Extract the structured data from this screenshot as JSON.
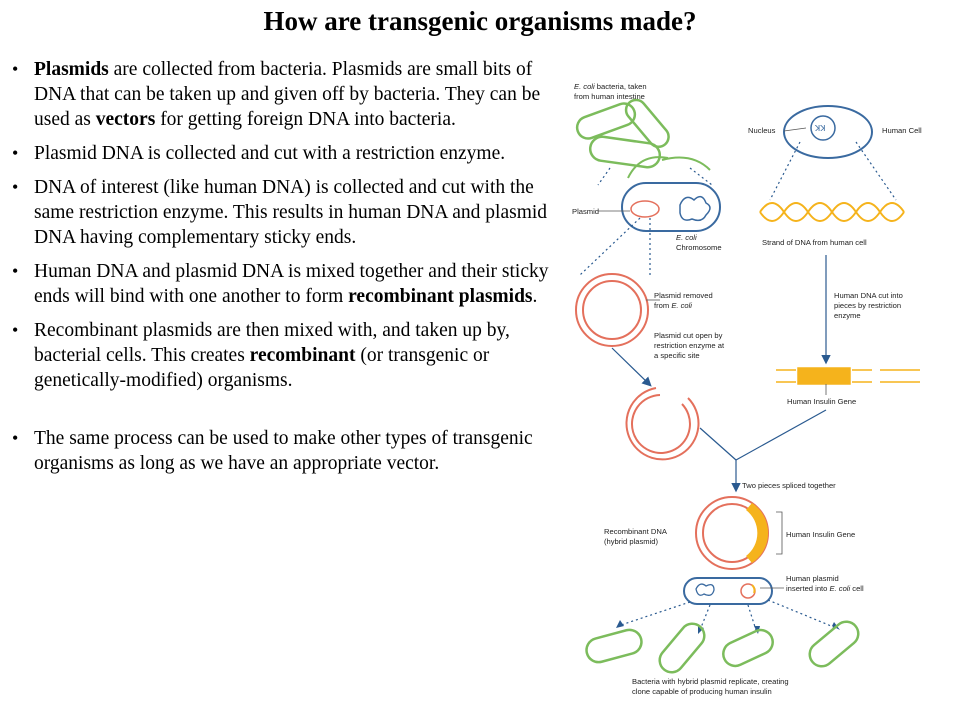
{
  "title": "How are transgenic organisms made?",
  "bullets": [
    {
      "bold_lead": "Plasmids",
      "text": " are collected from bacteria.  Plasmids are small bits of DNA that can be taken up and given off by bacteria.  They can be used as ",
      "bold_mid": "vectors",
      "tail": " for getting foreign DNA into bacteria."
    },
    {
      "text": "Plasmid DNA is collected and cut with a restriction enzyme."
    },
    {
      "text": "DNA of interest (like human DNA) is collected and cut with the same restriction enzyme.  This results in human DNA and plasmid DNA having complementary sticky ends."
    },
    {
      "text": "Human DNA and plasmid DNA is mixed together and their sticky ends will bind with one another to form ",
      "bold_mid": "recombinant plasmids",
      "tail": "."
    },
    {
      "text": "Recombinant plasmids are then mixed with, and taken up by, bacterial cells.  This creates ",
      "bold_mid": "recombinant",
      "tail": " (or transgenic or genetically-modified) organisms."
    },
    {
      "text": "The same process can be used to make other types of transgenic organisms as long as we have an appropriate vector."
    }
  ],
  "diagram": {
    "ecoli_note_italic": "E. coli",
    "ecoli_note_1": " bacteria, taken",
    "ecoli_note_2": "from human intestine",
    "nucleus": "Nucleus",
    "human_cell": "Human Cell",
    "plasmid": "Plasmid",
    "ecoli_chrom_italic": "E. coli",
    "chromosome": "Chromosome",
    "strand": "Strand of DNA from human cell",
    "plasmid_removed_1": "Plasmid removed",
    "plasmid_removed_2": "from ",
    "plasmid_removed_italic": "E. coli",
    "plasmid_cut_1": "Plasmid cut open by",
    "plasmid_cut_2": "restriction enzyme at",
    "plasmid_cut_3": "a specific site",
    "human_dna_cut_1": "Human DNA cut into",
    "human_dna_cut_2": "pieces by restriction",
    "human_dna_cut_3": "enzyme",
    "insulin_gene": "Human Insulin Gene",
    "spliced": "Two pieces spliced together",
    "recomb_1": "Recombinant DNA",
    "recomb_2": "(hybrid plasmid)",
    "insulin_gene_2": "Human Insulin Gene",
    "human_plasmid_1": "Human plasmid",
    "human_plasmid_2": "inserted into ",
    "human_plasmid_italic": "E. coli",
    "human_plasmid_3": " cell",
    "bottom_1": "Bacteria with hybrid plasmid replicate, creating",
    "bottom_2": "clone capable of producing human insulin"
  },
  "colors": {
    "bacteria": "#7cbc5c",
    "plasmid": "#e4705c",
    "cell": "#3a6aa0",
    "dna": "#f5b31c",
    "arrow": "#2a5a90"
  }
}
